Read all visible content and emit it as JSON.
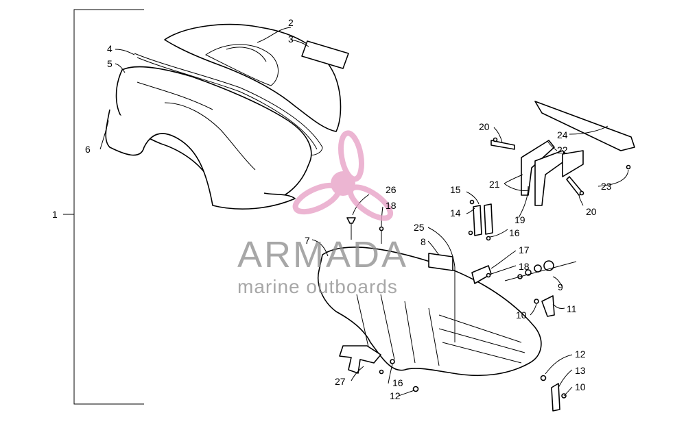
{
  "callouts": {
    "c1": "1",
    "c2": "2",
    "c3": "3",
    "c4": "4",
    "c5": "5",
    "c6": "6",
    "c7": "7",
    "c8": "8",
    "c9": "9",
    "c10a": "10",
    "c10b": "10",
    "c11": "11",
    "c12a": "12",
    "c12b": "12",
    "c13": "13",
    "c14": "14",
    "c15": "15",
    "c16a": "16",
    "c16b": "16",
    "c17": "17",
    "c18a": "18",
    "c18b": "18",
    "c19": "19",
    "c20a": "20",
    "c20b": "20",
    "c21": "21",
    "c22": "22",
    "c23": "23",
    "c24": "24",
    "c25": "25",
    "c26": "26",
    "c27": "27"
  },
  "watermark": {
    "brand": "ARMADA",
    "tagline": "marine outboards",
    "logo_color": "#e8a3c8",
    "text_color": "#8a8a8a"
  }
}
